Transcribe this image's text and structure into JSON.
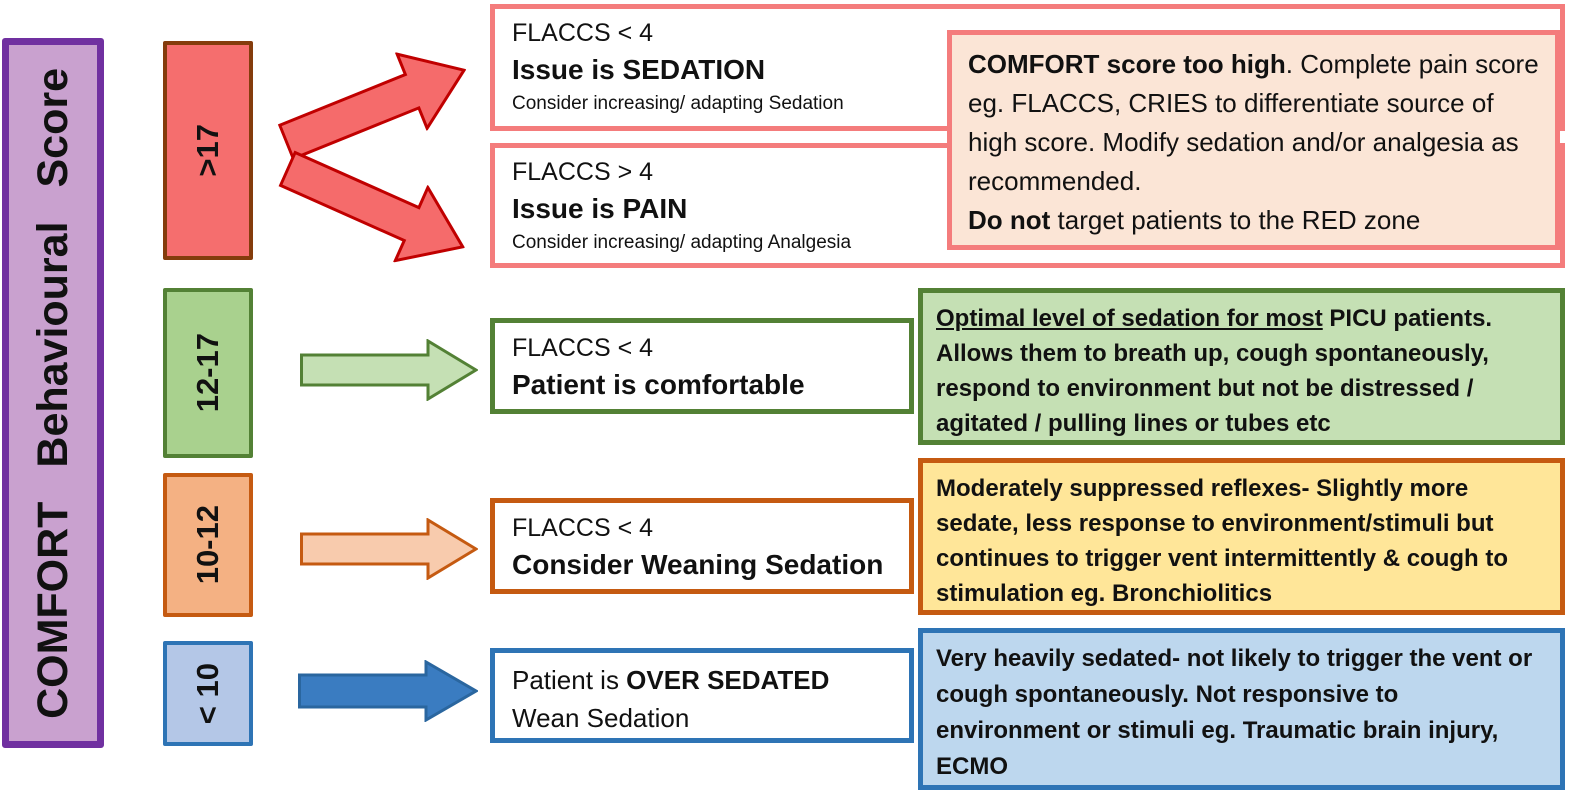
{
  "axis": {
    "label": "COMFORT Behavioural Score"
  },
  "colors": {
    "axis_fill": "#c9a1cf",
    "axis_border": "#7030a0",
    "red_fill": "#f56e6e",
    "red_border": "#843c0c",
    "salmon_border": "#f47c7c",
    "green_fill": "#a9d18e",
    "green_border": "#538135",
    "green_note_fill": "#c5e0b4",
    "orange_fill": "#f4b183",
    "orange_border": "#c55a11",
    "amber_note_fill": "#ffe699",
    "blue_fill": "#b4c7e7",
    "blue_border": "#2e74b5",
    "blue_note_fill": "#bdd7ee",
    "peach_note_fill": "#fbe5d6",
    "red_arrow_stroke": "#c00000",
    "blue_arrow_fill": "#3a7cc1"
  },
  "score_boxes": [
    {
      "label": ">17"
    },
    {
      "label": "12-17"
    },
    {
      "label": "10-12"
    },
    {
      "label": "< 10"
    }
  ],
  "action_boxes": {
    "sedation": {
      "line1": "FLACCS < 4",
      "line2": "Issue is SEDATION",
      "line3": "Consider increasing/ adapting Sedation"
    },
    "pain": {
      "line1": "FLACCS > 4",
      "line2": "Issue is PAIN",
      "line3": "Consider increasing/ adapting Analgesia"
    },
    "comfortable": {
      "line1": "FLACCS < 4",
      "line2": "Patient is comfortable"
    },
    "weaning": {
      "line1": "FLACCS < 4",
      "line2": "Consider Weaning Sedation"
    },
    "oversedated": {
      "line1_pre": "Patient is ",
      "line1_bold": "OVER SEDATED",
      "line2": "Wean Sedation"
    }
  },
  "note_boxes": {
    "red": {
      "bold1": "COMFORT score too high",
      "text1": ". Complete pain score eg. FLACCS, CRIES to differentiate source of high score. Modify sedation and/or analgesia as recommended.",
      "bold2": "Do not",
      "text2": " target patients to the RED zone"
    },
    "green": {
      "underlined": "Optimal level of sedation for most",
      "rest": " PICU patients. Allows them to breath up, cough spontaneously, respond to environment but not be distressed / agitated / pulling lines or tubes etc"
    },
    "amber": {
      "text": "Moderately suppressed reflexes- Slightly more sedate, less response to environment/stimuli but continues to trigger vent intermittently & cough to stimulation eg. Bronchiolitics"
    },
    "blue": {
      "text": "Very heavily sedated- not likely to trigger the vent or cough spontaneously. Not responsive to environment or stimuli eg. Traumatic brain injury, ECMO"
    }
  }
}
